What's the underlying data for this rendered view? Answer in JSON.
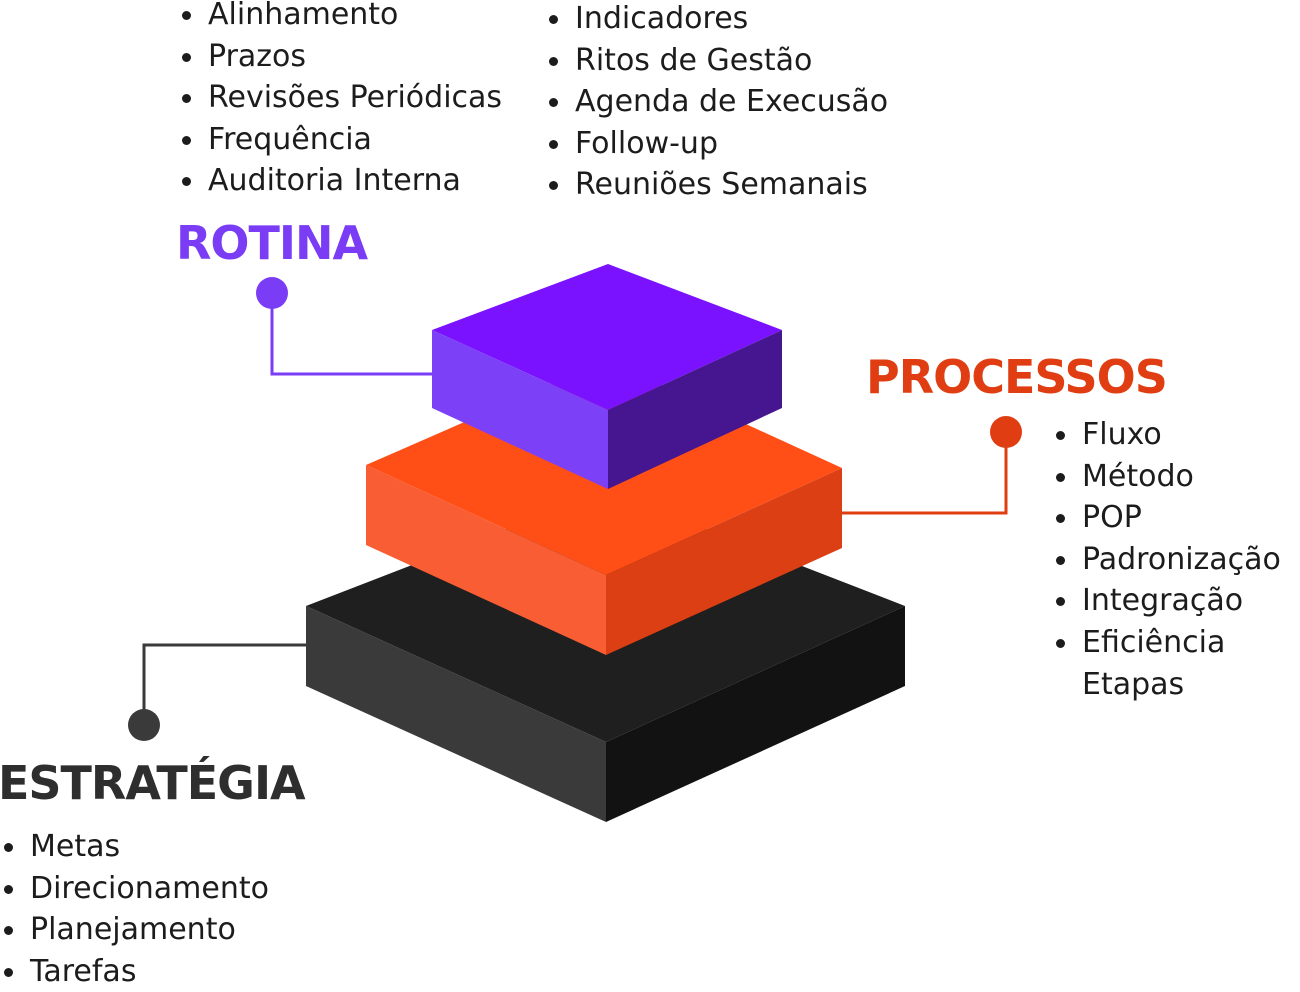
{
  "colors": {
    "rotina": "#7b3cf5",
    "processos": "#e03e12",
    "estrategia": "#2e2e2e"
  },
  "rotina": {
    "title": "ROTINA",
    "items_left": [
      "Alinhamento",
      "Prazos",
      "Revisões Periódicas",
      "Frequência",
      "Auditoria Interna"
    ],
    "items_right": [
      "Indicadores",
      "Ritos de Gestão",
      "Agenda de Execusão",
      "Follow-up",
      "Reuniões Semanais"
    ]
  },
  "processos": {
    "title": "PROCESSOS",
    "items": [
      "Fluxo",
      "Método",
      "POP",
      "Padronização",
      "Integração",
      "Eficiência"
    ],
    "continuation": "Etapas"
  },
  "estrategia": {
    "title": "ESTRATÉGIA",
    "items": [
      "Metas",
      "Direcionamento",
      "Planejamento",
      "Tarefas"
    ]
  }
}
